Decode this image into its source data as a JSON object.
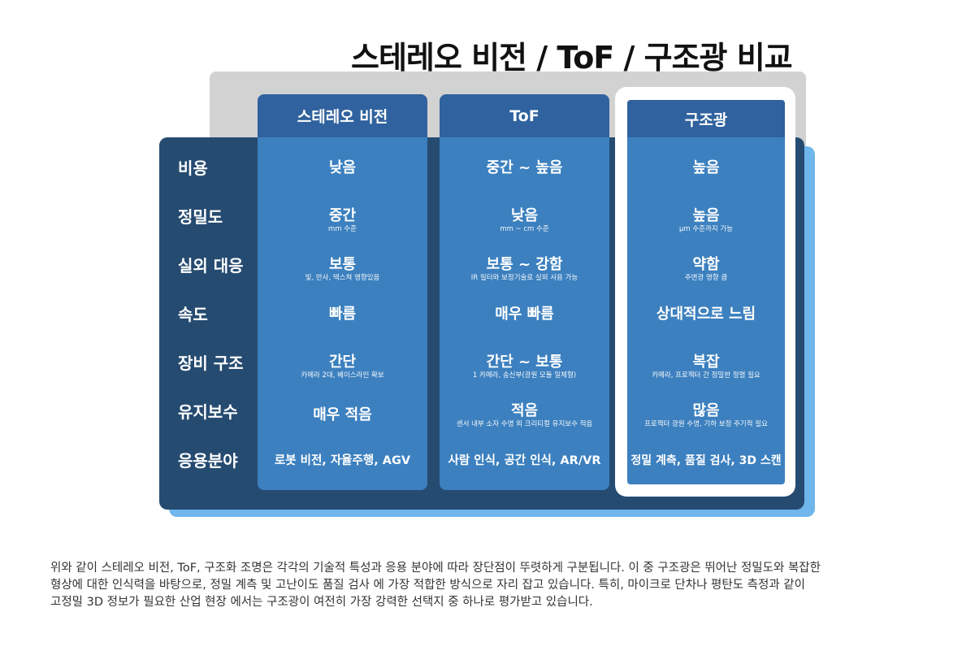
{
  "title": "스테레오 비전 / ToF / 구조광 비교",
  "columns": [
    "스테레오 비전",
    "ToF",
    "구조광"
  ],
  "highlighted_column": "구조광",
  "colors": {
    "header": "#2f629e",
    "column_body": "#3c80bf",
    "row_label_panel": "#264b71",
    "accent_shadow": "#6fb6ec",
    "back_panel": "#d2d2d2"
  },
  "rows": [
    {
      "label": "비용",
      "cells": [
        {
          "main": "낮음",
          "sub": ""
        },
        {
          "main": "중간 ~ 높음",
          "sub": ""
        },
        {
          "main": "높음",
          "sub": ""
        }
      ]
    },
    {
      "label": "정밀도",
      "cells": [
        {
          "main": "중간",
          "sub": "mm 수준"
        },
        {
          "main": "낮음",
          "sub": "mm ~ cm 수준"
        },
        {
          "main": "높음",
          "sub": "μm 수준까지 가능"
        }
      ]
    },
    {
      "label": "실외 대응",
      "cells": [
        {
          "main": "보통",
          "sub": "빛, 반사, 텍스쳐 영향있음"
        },
        {
          "main": "보통 ~ 강함",
          "sub": "IR 필터와 보정기술로 실외 사용 가능"
        },
        {
          "main": "약함",
          "sub": "주변광 영향 큼"
        }
      ]
    },
    {
      "label": "속도",
      "cells": [
        {
          "main": "빠름",
          "sub": ""
        },
        {
          "main": "매우 빠름",
          "sub": ""
        },
        {
          "main": "상대적으로 느림",
          "sub": ""
        }
      ]
    },
    {
      "label": "장비 구조",
      "cells": [
        {
          "main": "간단",
          "sub": "카메라 2대, 베이스라인 확보"
        },
        {
          "main": "간단 ~ 보통",
          "sub": "1 카메라, 송신부(광원 모듈 일체형)"
        },
        {
          "main": "복잡",
          "sub": "카메라, 프로젝터 간 정밀한 정렬 필요"
        }
      ]
    },
    {
      "label": "유지보수",
      "cells": [
        {
          "main": "매우 적음",
          "sub": ""
        },
        {
          "main": "적음",
          "sub": "센서 내부 소자 수명 외 크리티컬 유지보수 적음"
        },
        {
          "main": "많음",
          "sub": "프로젝터 광원 수명, 기하 보정 주기적 필요"
        }
      ]
    },
    {
      "label": "응용분야",
      "cells": [
        {
          "main": "로봇 비전, 자율주행, AGV",
          "sub": ""
        },
        {
          "main": "사람 인식, 공간 인식, AR/VR",
          "sub": ""
        },
        {
          "main": "정밀 계측, 품질 검사, 3D 스캔",
          "sub": ""
        }
      ]
    }
  ],
  "description_lines": [
    "위와 같이 스테레오 비전, ToF, 구조화 조명은 각각의 기술적 특성과 응용 분야에 따라 장단점이 뚜렷하게 구분됩니다. 이 중 구조광은 뛰어난 정밀도와 복잡한",
    "형상에 대한 인식력을 바탕으로, 정밀 계측 및 고난이도 품질 검사 에 가장 적합한 방식으로 자리 잡고 있습니다. 특히, 마이크로 단차나 평탄도 측정과 같이",
    "고정밀 3D 정보가 필요한 산업 현장 에서는 구조광이 여전히 가장 강력한 선택지 중 하나로 평가받고 있습니다."
  ]
}
